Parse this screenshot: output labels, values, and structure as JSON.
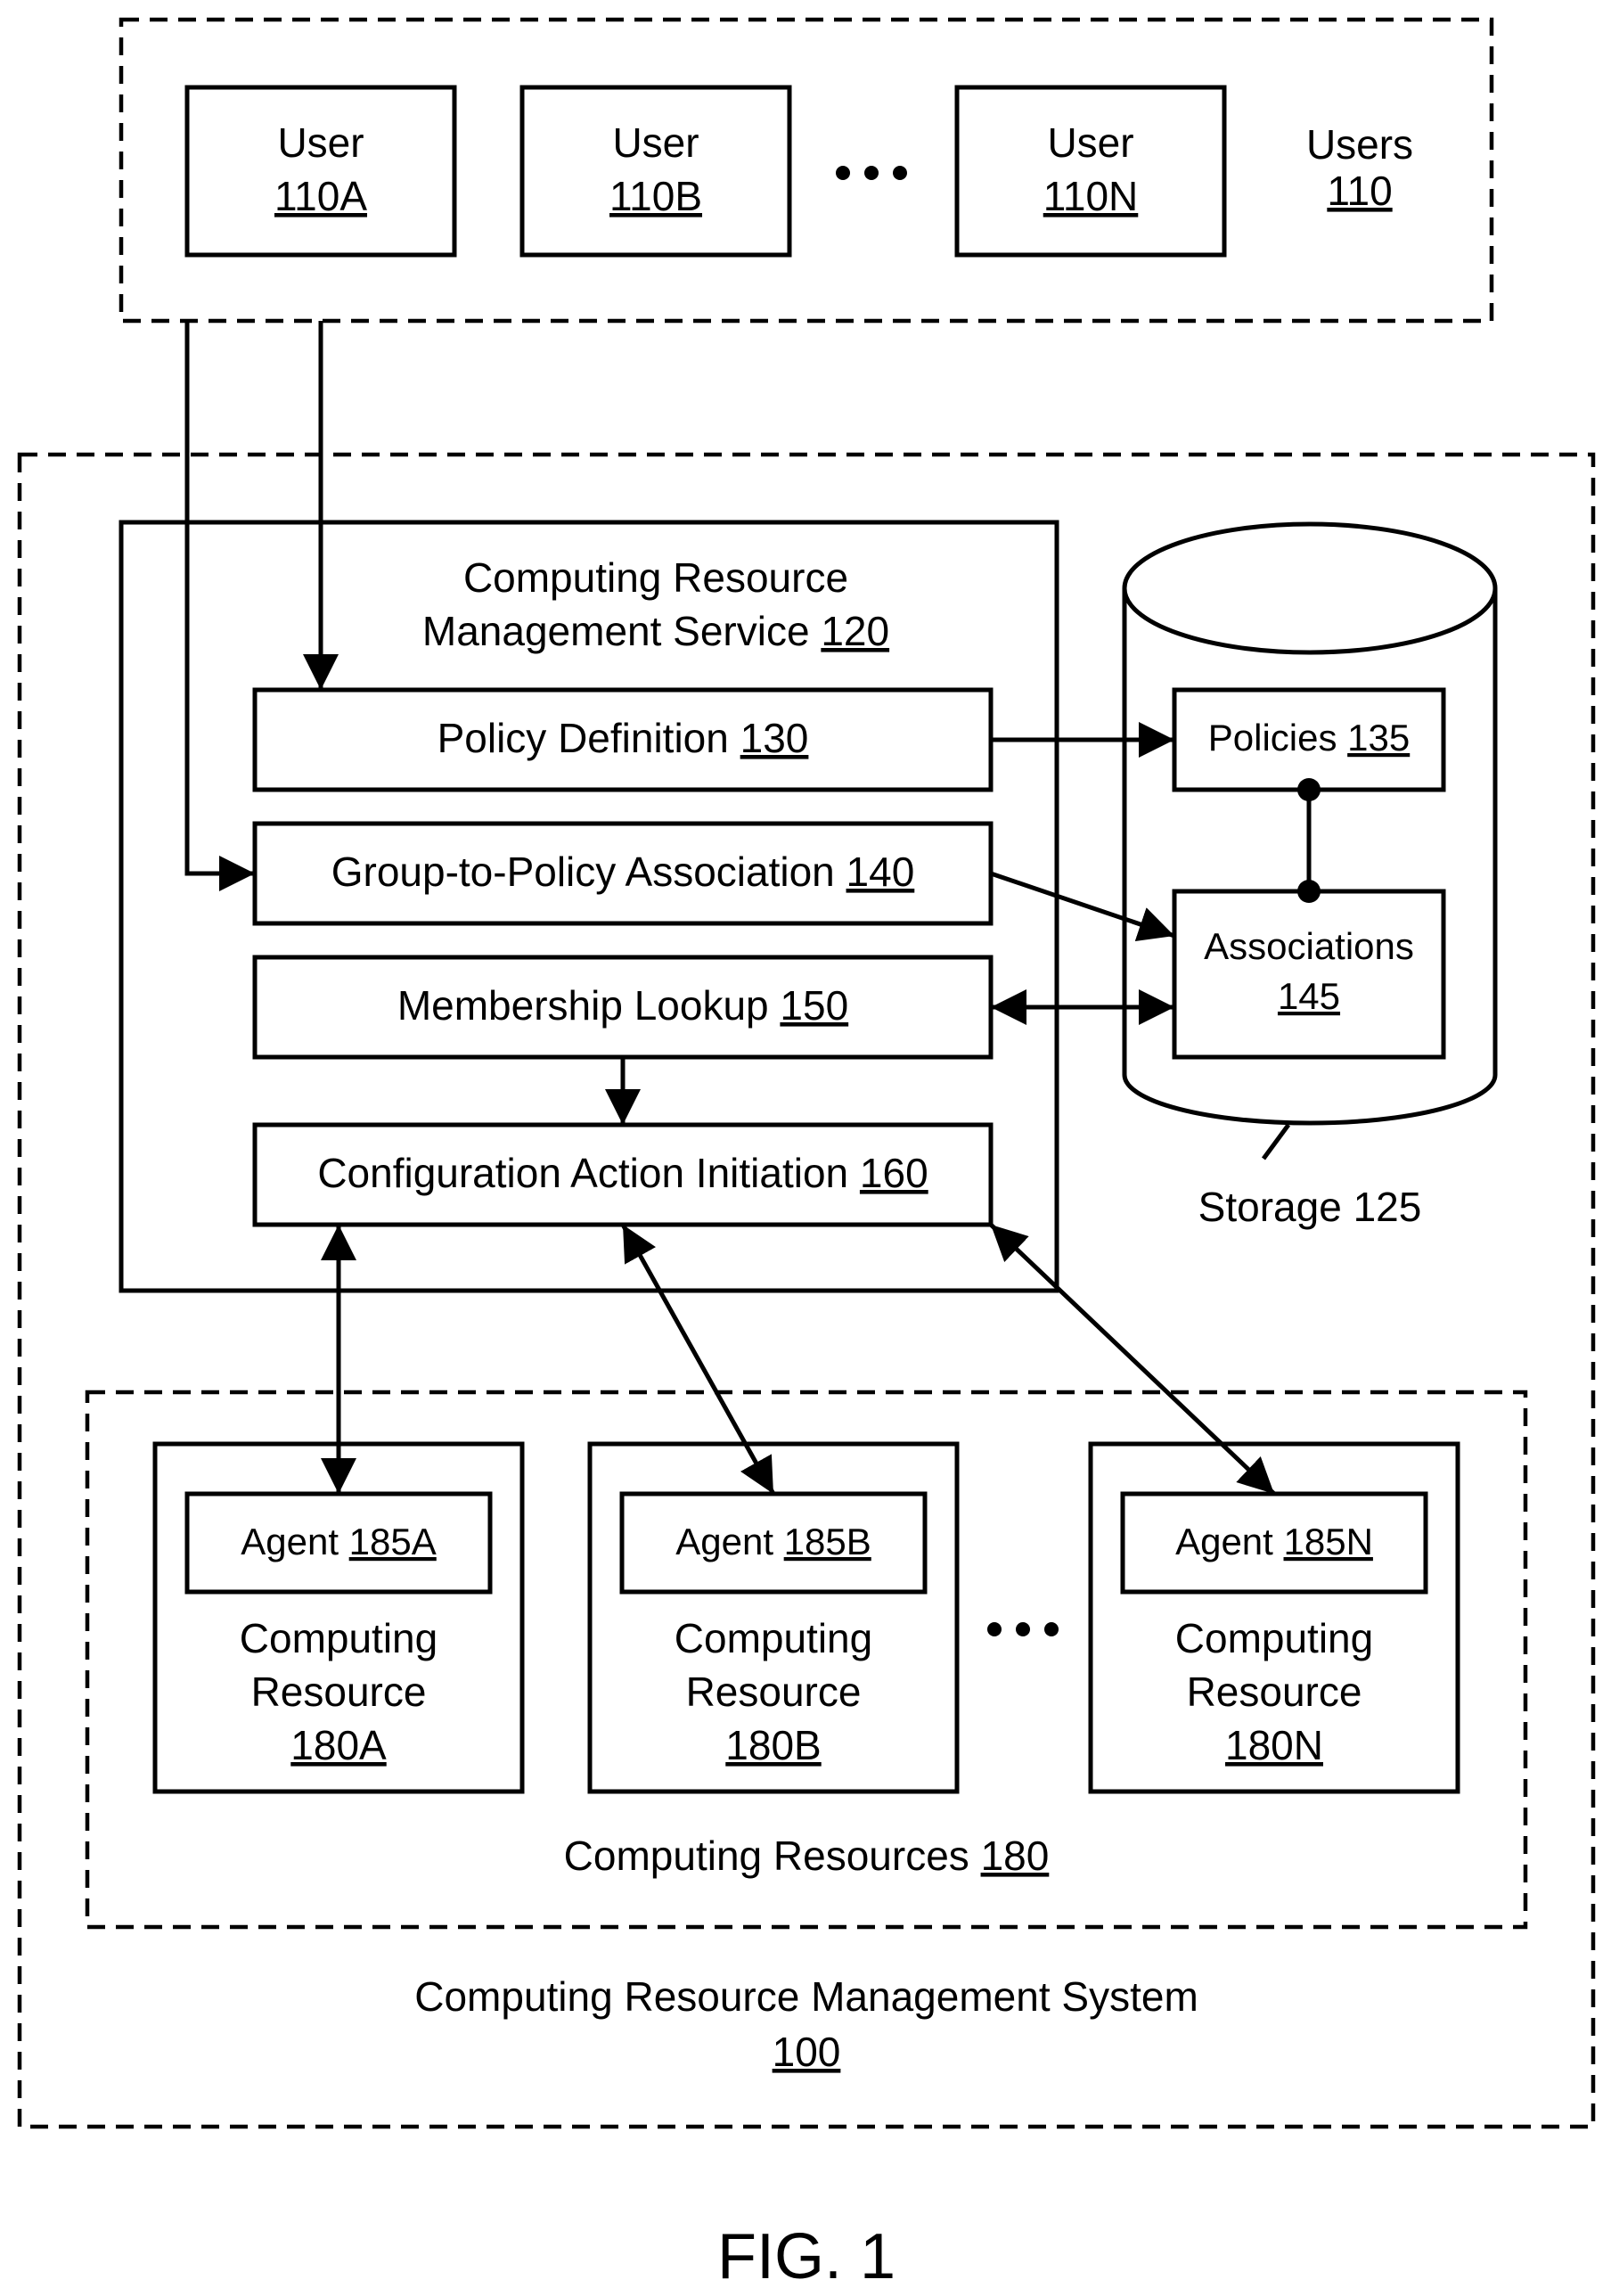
{
  "users_group": {
    "title": "Users",
    "ref": "110"
  },
  "users": [
    {
      "label": "User",
      "ref": "110A"
    },
    {
      "label": "User",
      "ref": "110B"
    },
    {
      "label": "User",
      "ref": "110N"
    }
  ],
  "service": {
    "title_line1": "Computing Resource",
    "title_line2": "Management Service",
    "ref": "120",
    "modules": [
      {
        "label": "Policy Definition",
        "ref": "130"
      },
      {
        "label": "Group-to-Policy Association",
        "ref": "140"
      },
      {
        "label": "Membership Lookup",
        "ref": "150"
      },
      {
        "label": "Configuration Action Initiation",
        "ref": "160"
      }
    ]
  },
  "storage": {
    "label": "Storage 125",
    "policies": {
      "label": "Policies",
      "ref": "135"
    },
    "associations": {
      "label": "Associations",
      "ref": "145"
    }
  },
  "resources_group": {
    "title": "Computing Resources",
    "ref": "180"
  },
  "resources": [
    {
      "agent_label": "Agent",
      "agent_ref": "185A",
      "line1": "Computing",
      "line2": "Resource",
      "ref": "180A"
    },
    {
      "agent_label": "Agent",
      "agent_ref": "185B",
      "line1": "Computing",
      "line2": "Resource",
      "ref": "180B"
    },
    {
      "agent_label": "Agent",
      "agent_ref": "185N",
      "line1": "Computing",
      "line2": "Resource",
      "ref": "180N"
    }
  ],
  "system": {
    "title": "Computing Resource Management System",
    "ref": "100"
  },
  "figure_label": "FIG. 1"
}
